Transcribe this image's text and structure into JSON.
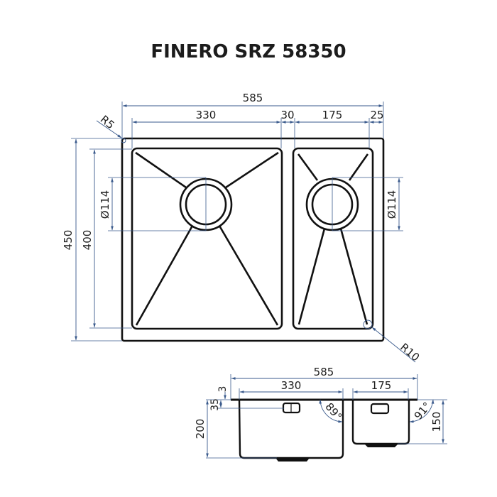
{
  "title": "FINERO SRZ 58350",
  "colors": {
    "outline": "#111111",
    "dimension_line": "#3a5a8c",
    "text": "#1e1e1e",
    "background": "#ffffff"
  },
  "top_view": {
    "overall_width": "585",
    "left_bowl_width": "330",
    "divider_width": "30",
    "right_bowl_width": "175",
    "right_margin": "25",
    "overall_depth": "450",
    "bowl_depth": "400",
    "left_drain_diameter": "Ø114",
    "right_drain_diameter": "Ø114",
    "outer_corner_radius": "R5",
    "inner_corner_radius": "R10"
  },
  "side_view": {
    "overall_width": "585",
    "left_bowl_width": "330",
    "right_bowl_width": "175",
    "flange_thickness": "3",
    "overflow_offset": "35",
    "left_bowl_height": "200",
    "right_bowl_height": "150",
    "left_wall_angle": "89°",
    "right_wall_angle": "91°"
  }
}
